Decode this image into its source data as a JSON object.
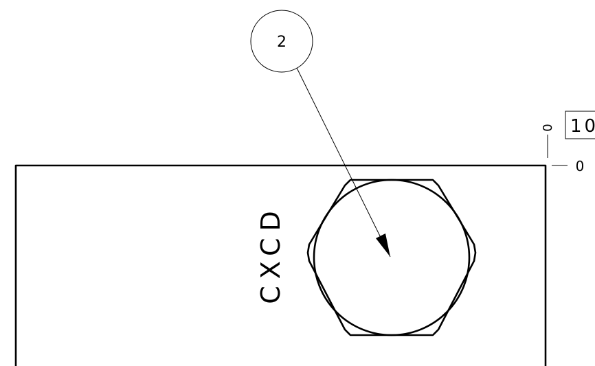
{
  "balloon": {
    "item_number": "2"
  },
  "part_label": "CXCD",
  "title_block": {
    "ordinate_top": "0",
    "ordinate_side": "0",
    "box_text": "10"
  },
  "colors": {
    "line": "#000000",
    "background": "#ffffff"
  }
}
